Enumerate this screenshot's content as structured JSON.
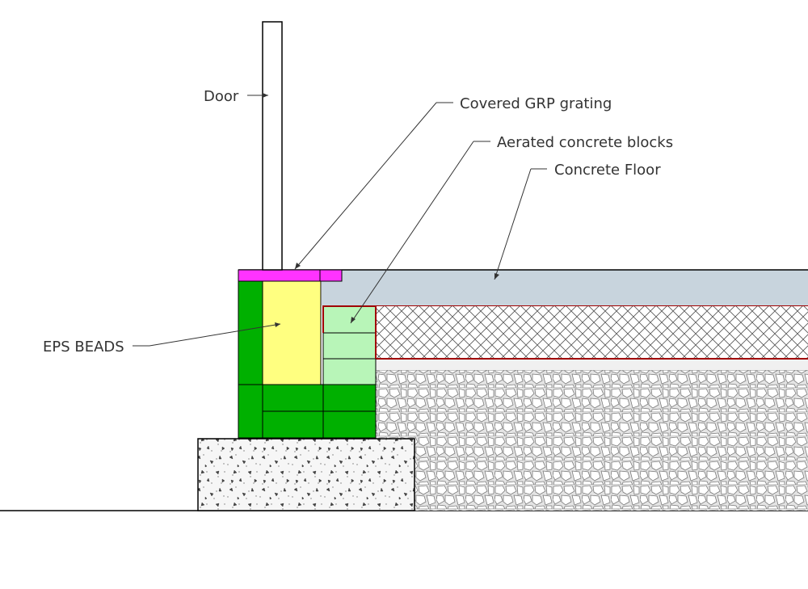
{
  "labels": {
    "door": "Door",
    "grating": "Covered GRP grating",
    "aerated": "Aerated concrete blocks",
    "floor": "Concrete Floor",
    "eps": "EPS BEADS"
  },
  "colors": {
    "green_blocks": "#00b000",
    "eps_beads": "#ffff80",
    "aerated_blocks": "#b8f5b8",
    "grating": "#ff33ff",
    "concrete_floor": "#c8d4dd",
    "insulation_outline": "#a00000",
    "leader": "#333333",
    "hardcore_fill": "#e2e2e2",
    "footing_fill": "#f4f4f4"
  }
}
